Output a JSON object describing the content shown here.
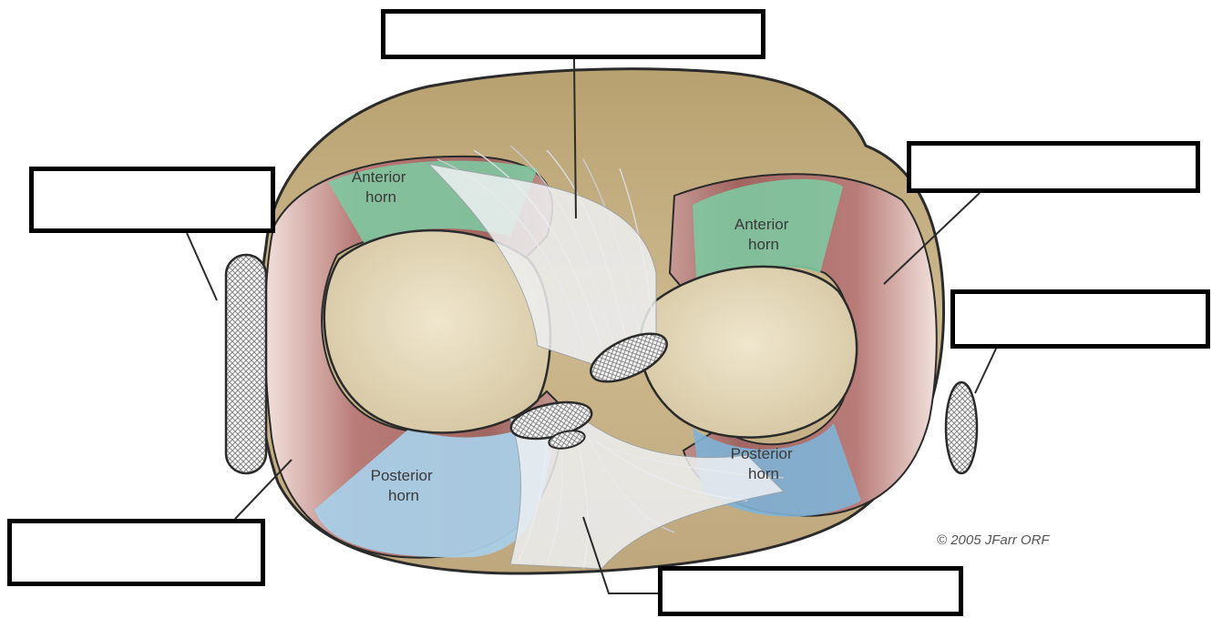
{
  "diagram": {
    "regions": {
      "lateral_anterior_horn": "Anterior\nhorn",
      "medial_anterior_horn": "Anterior\nhorn",
      "lateral_posterior_horn": "Posterior\nhorn",
      "medial_posterior_horn": "Posterior\nhorn"
    },
    "copyright": "© 2005 JFarr ORF"
  },
  "label_boxes": [
    {
      "id": "top",
      "text": ""
    },
    {
      "id": "left",
      "text": ""
    },
    {
      "id": "right",
      "text": ""
    },
    {
      "id": "right-lower",
      "text": ""
    },
    {
      "id": "bottom-left",
      "text": ""
    },
    {
      "id": "bottom",
      "text": ""
    }
  ],
  "colors": {
    "tibia": "#c9b690",
    "articular_surface": "#e6dcc2",
    "anterior_horn": "#7fc8a1",
    "meniscus_body": "#c08a86",
    "posterior_horn": "#a9cde6",
    "ligament": "#e9ebee",
    "outline": "#2b2b2b"
  }
}
